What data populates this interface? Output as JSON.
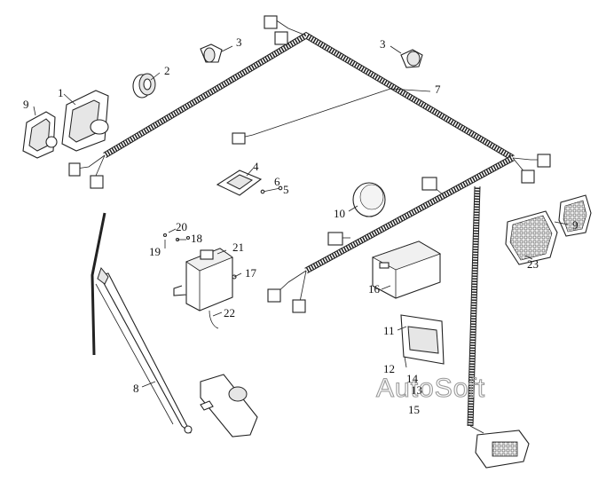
{
  "diagram": {
    "watermark": "AutoSoft",
    "callouts": [
      {
        "id": "c1",
        "label": "1"
      },
      {
        "id": "c2",
        "label": "2"
      },
      {
        "id": "c3a",
        "label": "3"
      },
      {
        "id": "c3b",
        "label": "3"
      },
      {
        "id": "c4",
        "label": "4"
      },
      {
        "id": "c5",
        "label": "5"
      },
      {
        "id": "c6",
        "label": "6"
      },
      {
        "id": "c7",
        "label": "7"
      },
      {
        "id": "c8",
        "label": "8"
      },
      {
        "id": "c9a",
        "label": "9"
      },
      {
        "id": "c9b",
        "label": "9"
      },
      {
        "id": "c10",
        "label": "10"
      },
      {
        "id": "c11",
        "label": "11"
      },
      {
        "id": "c12",
        "label": "12"
      },
      {
        "id": "c13",
        "label": "13"
      },
      {
        "id": "c14",
        "label": "14"
      },
      {
        "id": "c15",
        "label": "15"
      },
      {
        "id": "c16",
        "label": "16"
      },
      {
        "id": "c17",
        "label": "17"
      },
      {
        "id": "c18",
        "label": "18"
      },
      {
        "id": "c19",
        "label": "19"
      },
      {
        "id": "c20",
        "label": "20"
      },
      {
        "id": "c21",
        "label": "21"
      },
      {
        "id": "c22",
        "label": "22"
      },
      {
        "id": "c23",
        "label": "23"
      }
    ]
  }
}
